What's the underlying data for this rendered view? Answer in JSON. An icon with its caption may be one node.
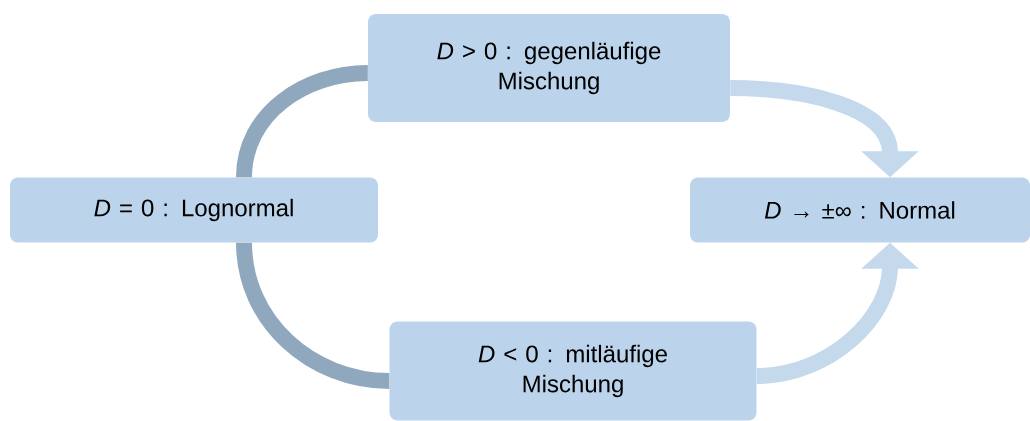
{
  "diagram": {
    "nodes": [
      {
        "text": [
          "*D* > 0 : gegenläufige Mischung"
        ]
      },
      {
        "text": [
          "*D* = 0 : Lognormal"
        ]
      },
      {
        "text": [
          "*D* → ±∞ : Normal"
        ]
      },
      {
        "text": [
          "*D* < 0 : mitläufige Mischung"
        ]
      }
    ],
    "edges": [
      {
        "from": 1,
        "to": 0,
        "arrow": "none",
        "color": "#8fa8be"
      },
      {
        "from": 1,
        "to": 3,
        "arrow": "none",
        "color": "#8fa8be"
      },
      {
        "from": 0,
        "to": 2,
        "arrow": "to"
      },
      {
        "from": 3,
        "to": 2,
        "arrow": "to"
      }
    ]
  }
}
